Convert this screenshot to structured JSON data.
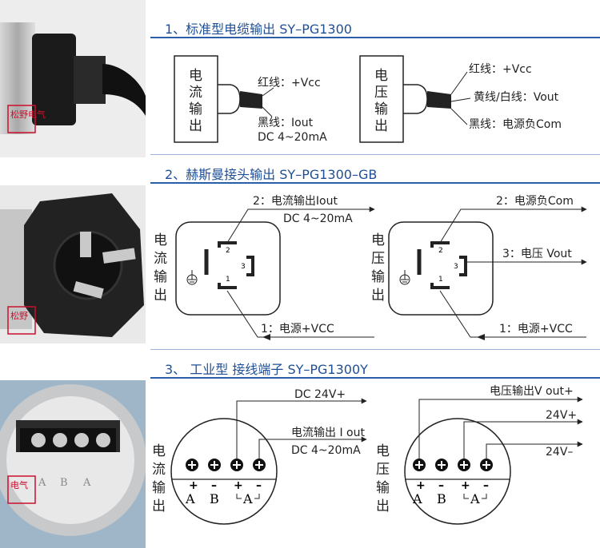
{
  "sections": [
    {
      "title": "1、标准型电缆输出  SY–PG1300"
    },
    {
      "title": "2、赫斯曼接头输出 SY–PG1300–GB"
    },
    {
      "title": "3、 工业型  接线端子 SY–PG1300Y"
    }
  ],
  "stamp": "松野电气",
  "s1": {
    "left_box": [
      "电",
      "流",
      "输",
      "出"
    ],
    "left_red": "红线：+Vcc",
    "left_black": "黑线：Iout",
    "left_range": "DC 4~20mA",
    "right_box": [
      "电",
      "压",
      "输",
      "出"
    ],
    "right_red": "红线：+Vcc",
    "right_yellow": "黄线/白线：Vout",
    "right_black": "黑线：电源负Com"
  },
  "s2": {
    "left_side": [
      "电",
      "流",
      "输",
      "出"
    ],
    "left_pin2": "2：电流输出Iout",
    "left_range": "DC 4~20mA",
    "left_pin1": "1：电源+VCC",
    "right_side": [
      "电",
      "压",
      "输",
      "出"
    ],
    "right_pin2": "2：电源负Com",
    "right_pin3": "3：电压 Vout",
    "right_pin1": "1：电源+VCC",
    "pin_numbers": [
      "2",
      "3",
      "1"
    ]
  },
  "s3": {
    "left_side": [
      "电",
      "流",
      "输",
      "出"
    ],
    "left_dc": "DC 24V+",
    "left_out": "电流输出 I out",
    "left_range": "DC 4~20mA",
    "right_side": [
      "电",
      "压",
      "输",
      "出"
    ],
    "right_out": "电压输出V out+",
    "right_v1": "24V+",
    "right_v2": "24V–",
    "signs": [
      "+",
      "–",
      "+",
      "–"
    ],
    "letters": [
      "A",
      "B",
      "A"
    ]
  },
  "colors": {
    "accent": "#1e4f96",
    "stamp": "#c8102e"
  }
}
